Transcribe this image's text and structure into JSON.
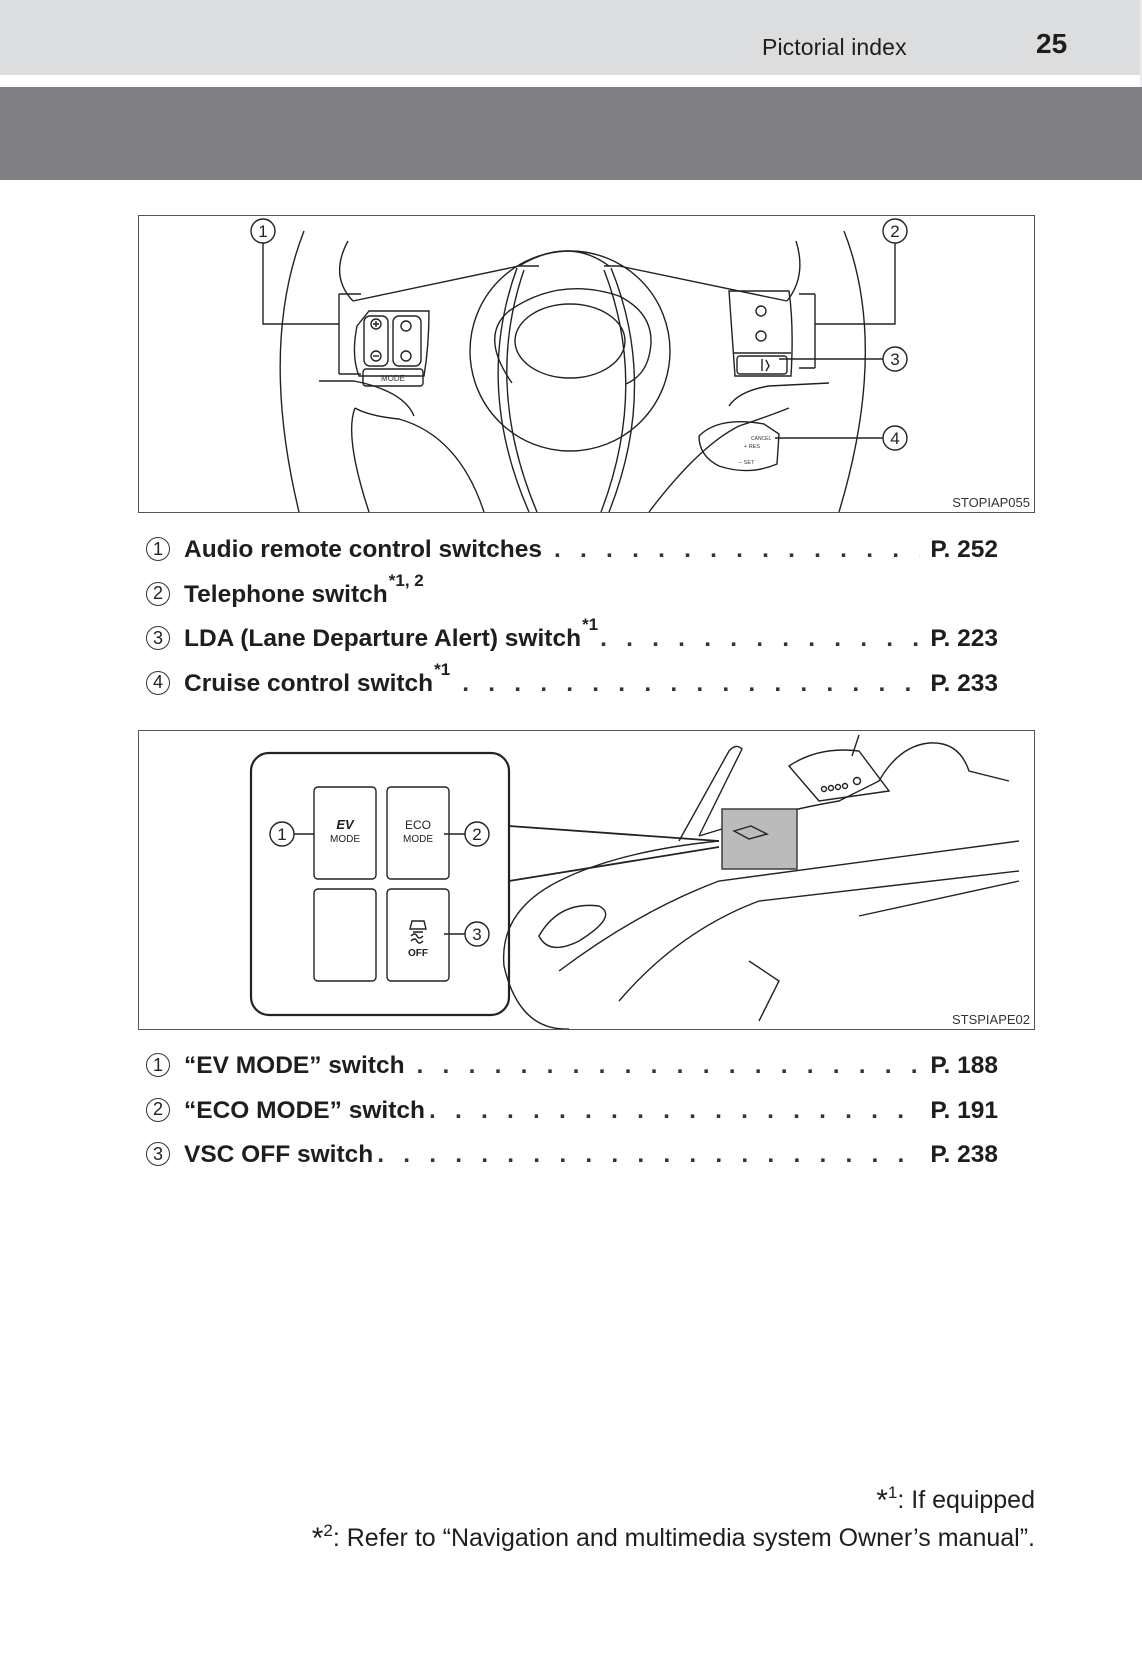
{
  "header": {
    "section_title": "Pictorial index",
    "page_number": "25"
  },
  "figure1": {
    "code": "STOPIAP055",
    "callouts": [
      "1",
      "2",
      "3",
      "4"
    ],
    "labels": {
      "mode_button": "MODE",
      "cruise_cancel": "CANCEL",
      "cruise_res": "+ RES",
      "cruise_set": "− SET"
    }
  },
  "list1": {
    "items": [
      {
        "num": "1",
        "label": "Audio remote control switches",
        "sup": "",
        "page": "P. 252"
      },
      {
        "num": "2",
        "label": "Telephone switch",
        "sup": "*1, 2",
        "page": ""
      },
      {
        "num": "3",
        "label": "LDA (Lane Departure Alert) switch",
        "sup": "*1",
        "page": "P. 223"
      },
      {
        "num": "4",
        "label": "Cruise control switch",
        "sup": "*1",
        "page": "P. 233"
      }
    ]
  },
  "figure2": {
    "code": "STSPIAPE02",
    "callouts": [
      "1",
      "2",
      "3"
    ],
    "buttons": {
      "ev_top": "EV",
      "ev_bottom": "MODE",
      "eco_top": "ECO",
      "eco_bottom": "MODE",
      "vsc_bottom": "OFF"
    }
  },
  "list2": {
    "items": [
      {
        "num": "1",
        "label": "“EV MODE” switch",
        "page": "P. 188"
      },
      {
        "num": "2",
        "label": "“ECO MODE” switch",
        "page": "P. 191"
      },
      {
        "num": "3",
        "label": "VSC OFF switch",
        "page": "P. 238"
      }
    ]
  },
  "footnotes": [
    {
      "mark": "*",
      "sup": "1",
      "text": ": If equipped"
    },
    {
      "mark": "*",
      "sup": "2",
      "text": ": Refer to “Navigation and multimedia system Owner’s manual”."
    }
  ],
  "leader_dots": ". . . . . . . . . . . . . . . . . . . . . . . . . . . . . . . . . . . . . . . . . . . . . . . . . . . . ."
}
